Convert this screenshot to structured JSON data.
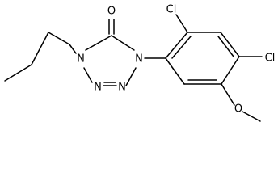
{
  "molecule": {
    "atoms": {
      "N1": "N",
      "N2": "N",
      "N3": "N",
      "N4": "N",
      "O_carbonyl": "O",
      "Cl_2": "Cl",
      "Cl_4": "Cl",
      "O_methoxy": "O"
    }
  }
}
